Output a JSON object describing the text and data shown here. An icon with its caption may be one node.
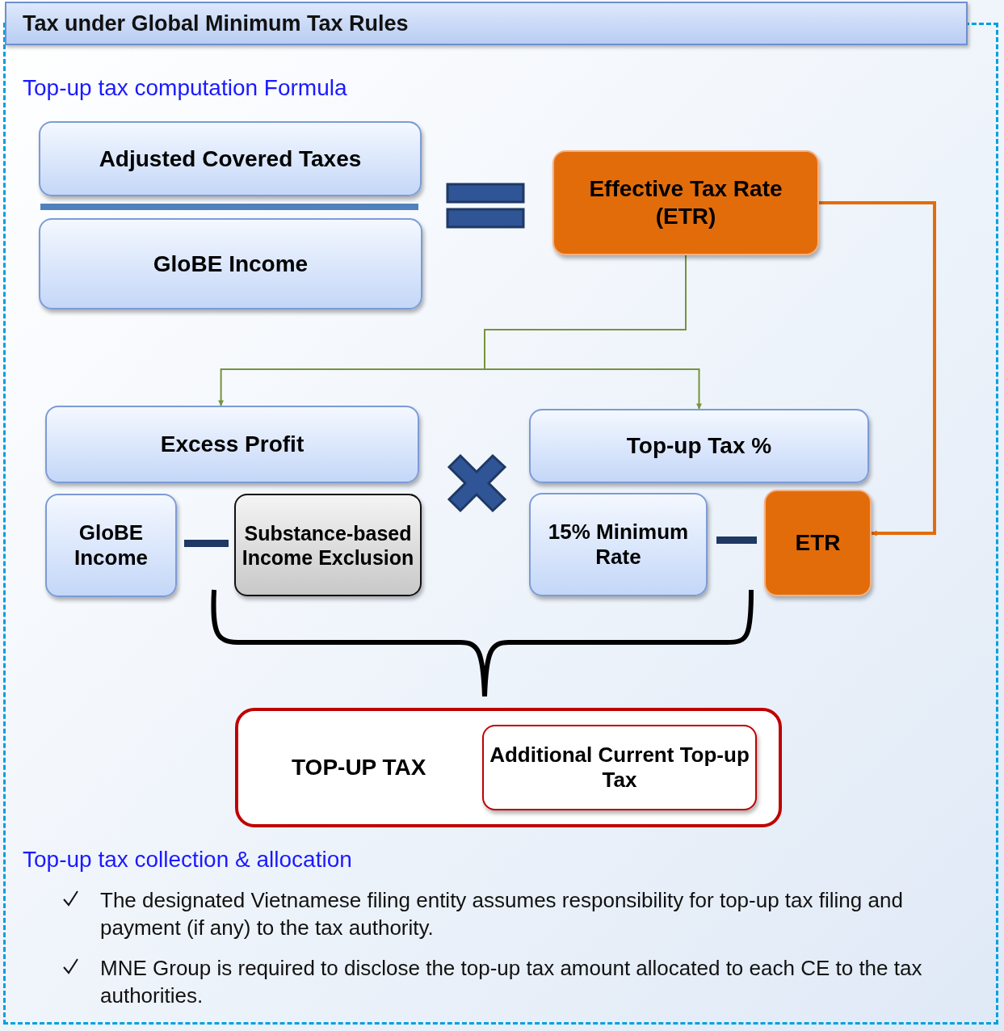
{
  "diagram": {
    "title": "Tax under Global Minimum Tax Rules",
    "nodes": [
      {
        "text": [
          "Adjusted Covered Taxes"
        ]
      },
      {
        "text": [
          "GloBE Income"
        ]
      },
      {
        "text": [
          "Effective Tax Rate (ETR)"
        ]
      },
      {
        "text": [
          "Excess Profit"
        ]
      },
      {
        "text": [
          "Top-up Tax %"
        ]
      },
      {
        "text": [
          "GloBE Income"
        ]
      },
      {
        "text": [
          "Substance-based Income Exclusion"
        ]
      },
      {
        "text": [
          "15% Minimum Rate"
        ]
      },
      {
        "text": [
          "ETR"
        ]
      },
      {
        "text": [
          "TOP-UP TAX"
        ]
      },
      {
        "text": [
          "Additional Current Top-up Tax"
        ],
        "in": 9
      }
    ],
    "edges": [
      {
        "from": 2,
        "to": 3,
        "arrow": "to"
      },
      {
        "from": 2,
        "to": 4,
        "arrow": "to"
      },
      {
        "from": 2,
        "to": 8,
        "arrow": "to",
        "color": "#e36c0a",
        "style": "thick"
      }
    ],
    "labels": [
      "Top-up tax computation Formula",
      "Top-up tax collection & allocation",
      "The designated Vietnamese filing entity assumes responsibility for top-up tax filing and payment (if any) to the tax authority.",
      "MNE Group is required to disclose the top-up tax amount allocated to each CE to the tax authorities."
    ]
  }
}
